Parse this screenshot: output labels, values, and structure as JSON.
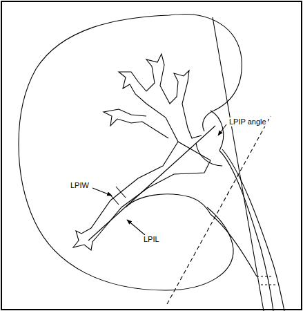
{
  "diagram": {
    "labels": [
      "LPIP angle",
      "LPIW",
      "LPIL"
    ]
  }
}
